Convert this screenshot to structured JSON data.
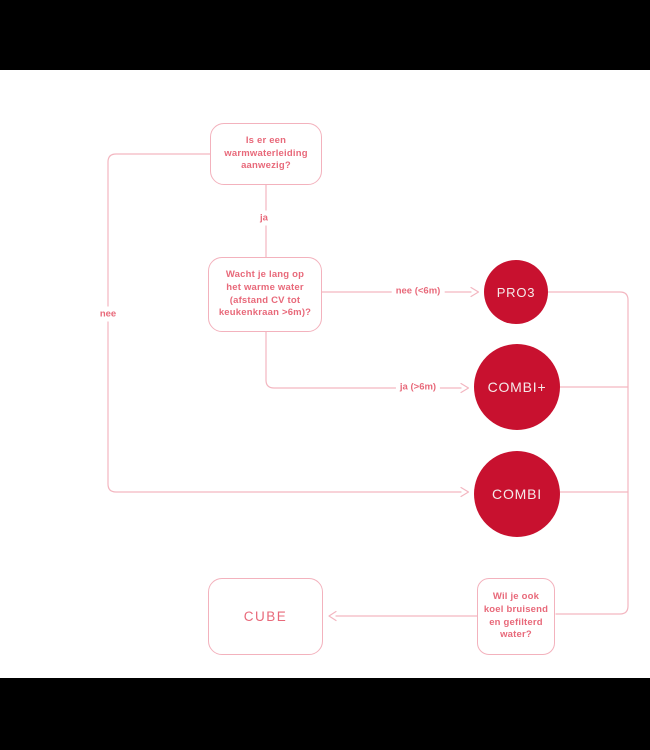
{
  "colors": {
    "letterbox": "#000000",
    "background": "#FFFFFF",
    "node_fill": "#C8112F",
    "node_text": "#F5EAEA",
    "line": "#F3B6C0",
    "box_border": "#F3B2BD",
    "question_text": "#E8697A"
  },
  "flowchart": {
    "questions": {
      "warmwater": "Is er een\nwarmwaterleiding\naanwezig?",
      "wachttijd": "Wacht je lang op\nhet warme water\n(afstand CV tot\nkeukenkraan >6m)?",
      "koelwater": "Wil je ook\nkoel bruisend\nen gefilterd\nwater?"
    },
    "products": {
      "pro3": "PRO3",
      "combiplus": "COMBI+",
      "combi": "COMBI",
      "cube": "CUBE"
    },
    "edge_labels": {
      "ja": "ja",
      "nee": "nee",
      "nee_6m": "nee (<6m)",
      "ja_6m": "ja (>6m)"
    }
  }
}
